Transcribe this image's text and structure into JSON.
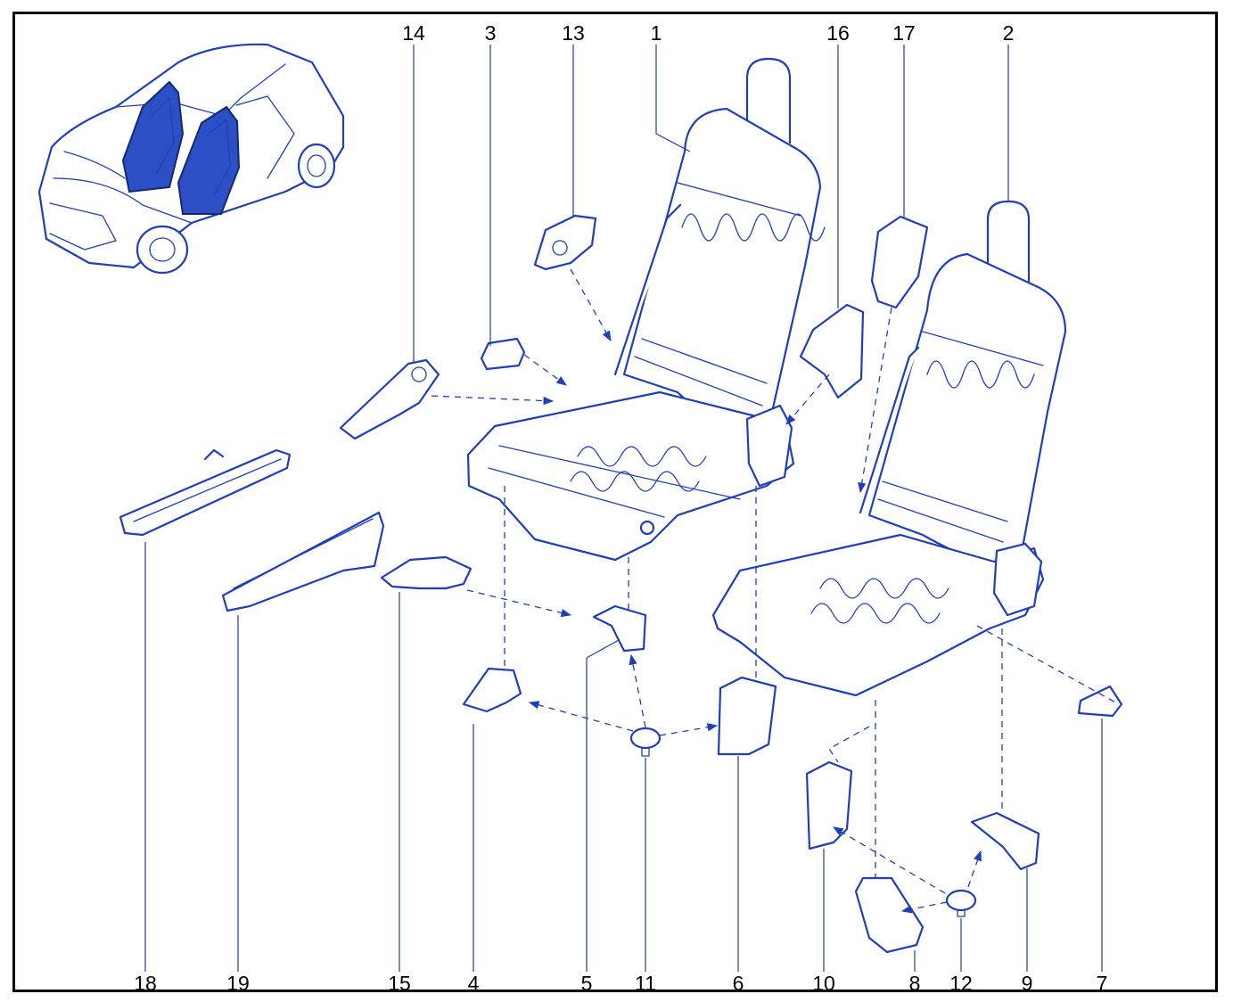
{
  "callouts": {
    "top": [
      "14",
      "3",
      "13",
      "1",
      "16",
      "17",
      "2"
    ],
    "bottom": [
      "18",
      "19",
      "15",
      "4",
      "5",
      "11",
      "6",
      "10",
      "8",
      "12",
      "9",
      "7"
    ]
  },
  "colors": {
    "line": "#1f3fb8",
    "frame": "#000000",
    "fill": "#ffffff"
  }
}
